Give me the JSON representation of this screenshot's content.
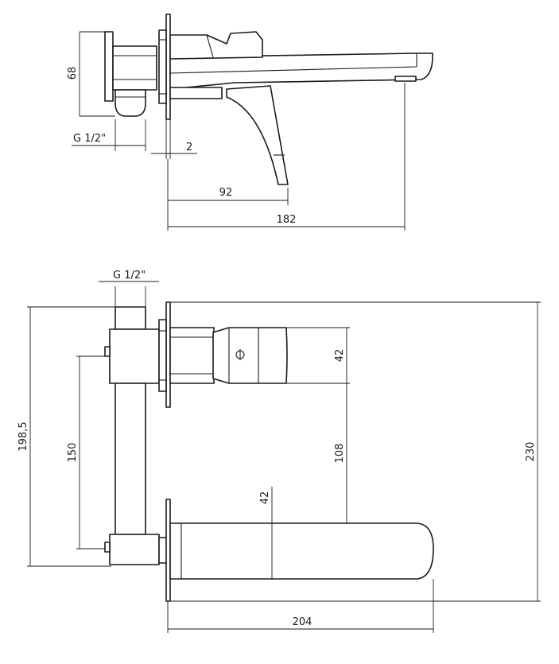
{
  "side_view": {
    "dim_height": "68",
    "dim_thread": "G 1/2\"",
    "dim_plate": "2",
    "dim_handle": "92",
    "dim_spout": "182"
  },
  "front_view": {
    "dim_thread": "G 1/2\"",
    "dim_total_height": "198,5",
    "dim_inlet_spacing": "150",
    "dim_handle_height": "42",
    "dim_center_gap": "108",
    "dim_spout_height": "42",
    "dim_overall_height": "230",
    "dim_spout_length": "204"
  }
}
